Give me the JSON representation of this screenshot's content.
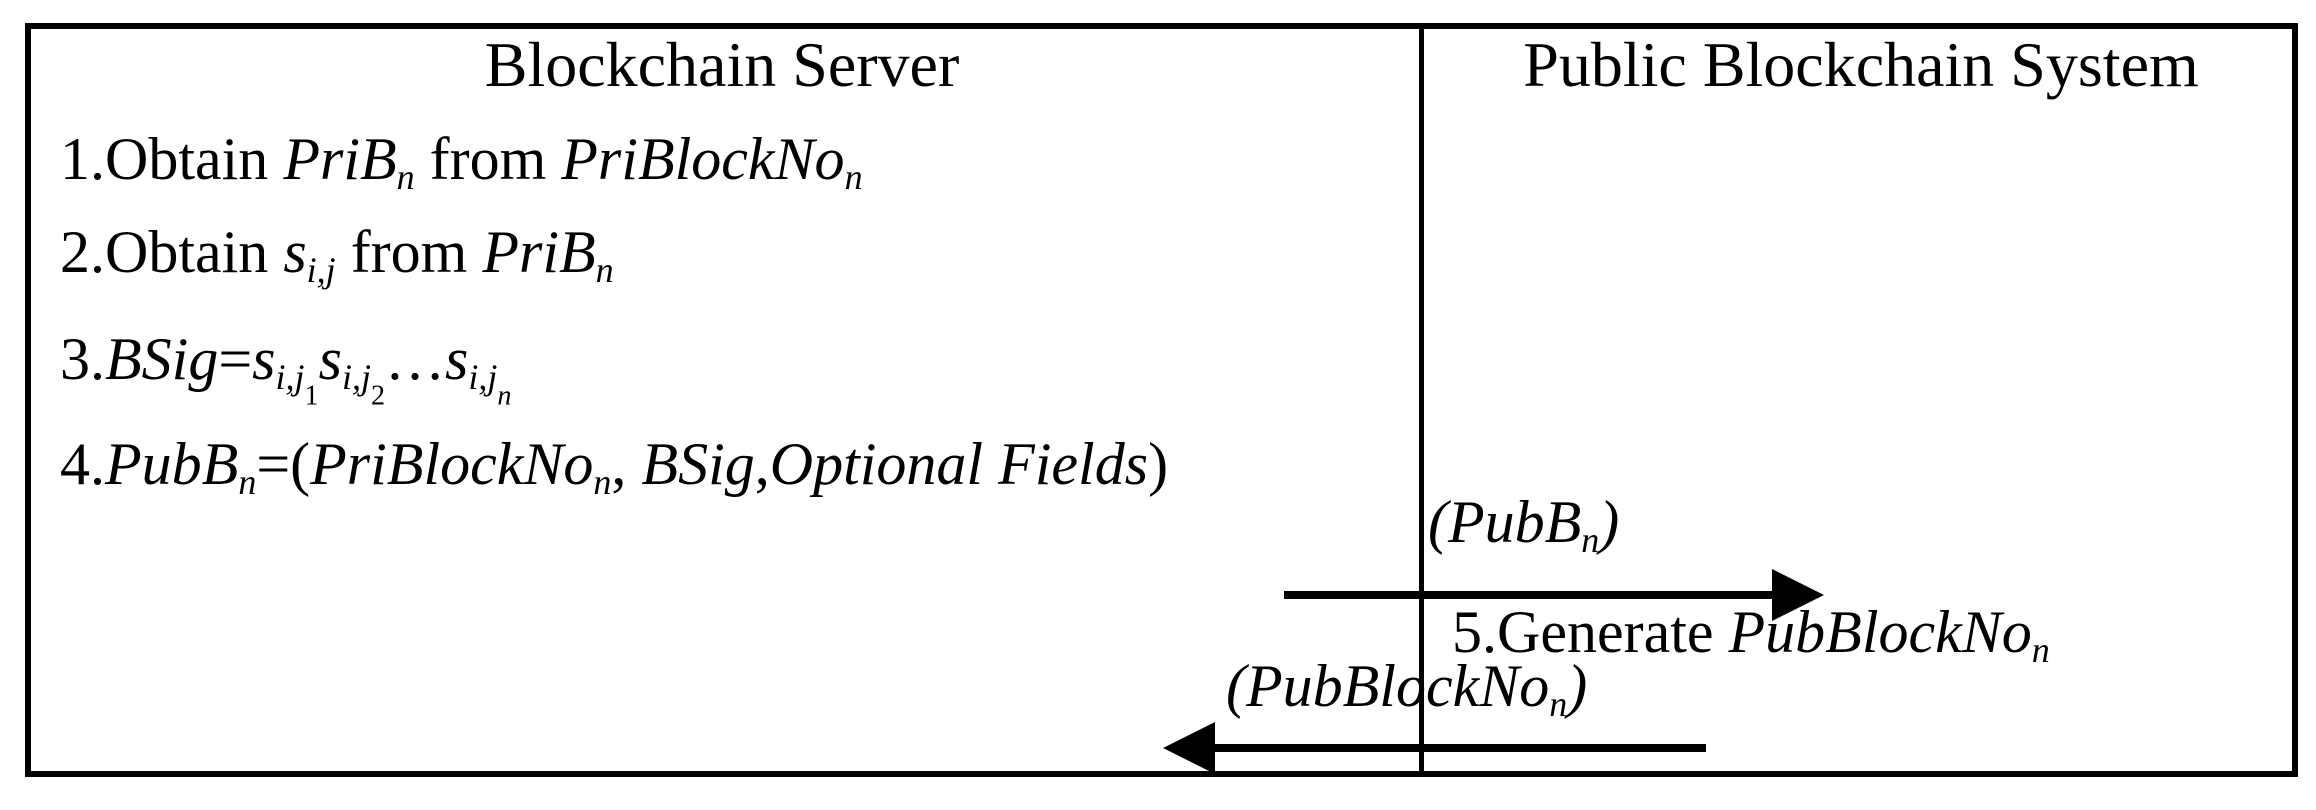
{
  "colors": {
    "ink": "#000000",
    "background": "#ffffff"
  },
  "diagram": {
    "type": "protocol-sequence-figure",
    "left_column": {
      "title": "Blockchain Server",
      "steps": [
        [
          {
            "t": "1.Obtain ",
            "i": false,
            "s": 0
          },
          {
            "t": "PriB",
            "i": true,
            "s": 0
          },
          {
            "t": "n",
            "i": true,
            "s": 1
          },
          {
            "t": " from ",
            "i": false,
            "s": 0
          },
          {
            "t": "PriBlockNo",
            "i": true,
            "s": 0
          },
          {
            "t": "n",
            "i": true,
            "s": 1
          }
        ],
        [
          {
            "t": "2.Obtain ",
            "i": false,
            "s": 0
          },
          {
            "t": "s",
            "i": true,
            "s": 0
          },
          {
            "t": "i,j",
            "i": true,
            "s": 1
          },
          {
            "t": " from ",
            "i": false,
            "s": 0
          },
          {
            "t": "PriB",
            "i": true,
            "s": 0
          },
          {
            "t": "n",
            "i": true,
            "s": 1
          }
        ],
        [
          {
            "t": "3.",
            "i": false,
            "s": 0
          },
          {
            "t": "BSig",
            "i": true,
            "s": 0
          },
          {
            "t": "=",
            "i": false,
            "s": 0
          },
          {
            "t": "s",
            "i": true,
            "s": 0
          },
          {
            "t": "i,j",
            "i": true,
            "s": 1
          },
          {
            "t": "1",
            "i": false,
            "s": 2
          },
          {
            "t": "s",
            "i": true,
            "s": 0
          },
          {
            "t": "i,j",
            "i": true,
            "s": 1
          },
          {
            "t": "2",
            "i": false,
            "s": 2
          },
          {
            "t": "…",
            "i": false,
            "s": 0
          },
          {
            "t": "s",
            "i": true,
            "s": 0
          },
          {
            "t": "i,j",
            "i": true,
            "s": 1
          },
          {
            "t": "n",
            "i": true,
            "s": 2
          }
        ],
        [
          {
            "t": "4.",
            "i": false,
            "s": 0
          },
          {
            "t": "PubB",
            "i": true,
            "s": 0
          },
          {
            "t": "n",
            "i": true,
            "s": 1
          },
          {
            "t": "=(",
            "i": false,
            "s": 0
          },
          {
            "t": "PriBlockNo",
            "i": true,
            "s": 0
          },
          {
            "t": "n",
            "i": true,
            "s": 1
          },
          {
            "t": ", ",
            "i": false,
            "s": 0
          },
          {
            "t": "BSig",
            "i": true,
            "s": 0
          },
          {
            "t": ",",
            "i": false,
            "s": 0
          },
          {
            "t": "Optional Fields",
            "i": true,
            "s": 0
          },
          {
            "t": ")",
            "i": false,
            "s": 0
          }
        ]
      ]
    },
    "right_column": {
      "title": "Public Blockchain System",
      "step5": [
        {
          "t": "5.Generate ",
          "i": false,
          "s": 0
        },
        {
          "t": "PubBlockNo",
          "i": true,
          "s": 0
        },
        {
          "t": "n",
          "i": true,
          "s": 1
        }
      ]
    },
    "messages": [
      {
        "direction": "left-to-right",
        "label": [
          {
            "t": "(PubB",
            "i": true,
            "s": 0
          },
          {
            "t": "n",
            "i": true,
            "s": 1
          },
          {
            "t": ")",
            "i": true,
            "s": 0
          }
        ]
      },
      {
        "direction": "right-to-left",
        "label": [
          {
            "t": "(PubBlockNo",
            "i": true,
            "s": 0
          },
          {
            "t": "n",
            "i": true,
            "s": 1
          },
          {
            "t": ")",
            "i": true,
            "s": 0
          }
        ]
      }
    ]
  }
}
